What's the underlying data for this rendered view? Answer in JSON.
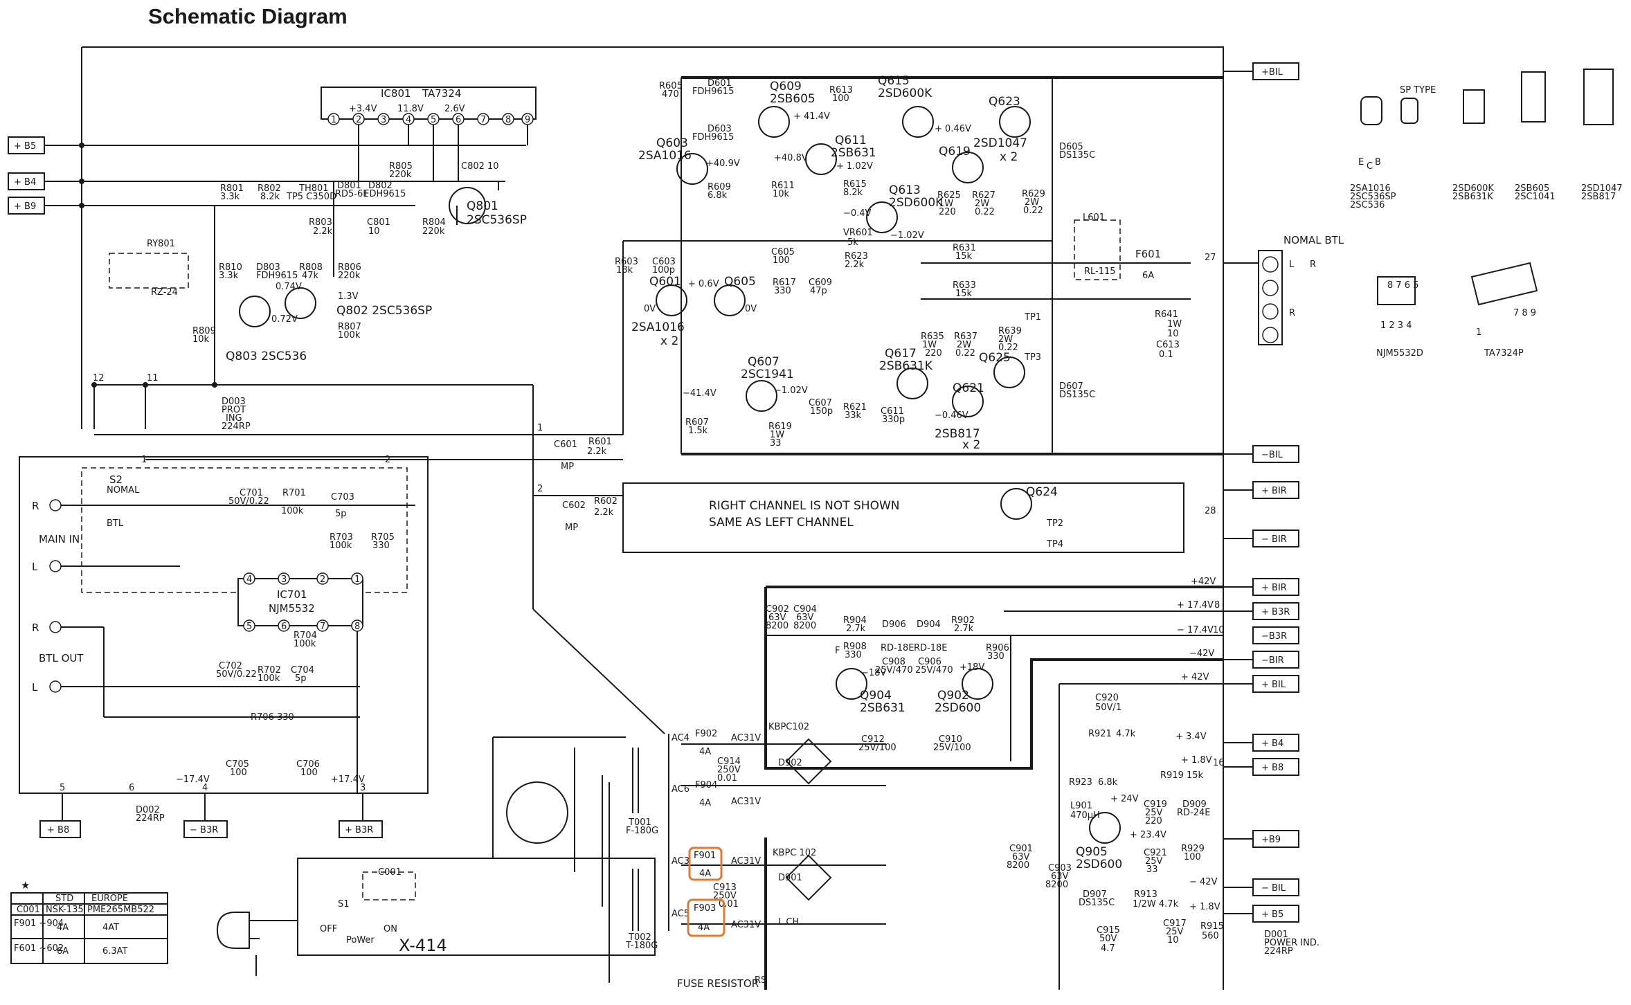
{
  "title": "Schematic Diagram",
  "rails": {
    "p_bil": "+BIL",
    "p_b5": "+ B5",
    "p_b4": "+ B4",
    "p_b9": "+ B9",
    "m_bil": "−BIL",
    "p_bir": "+ BIR",
    "m_bir": "− BIR",
    "p_bir2": "+ BIR",
    "p_b3r": "+ B3R",
    "m_b3r": "−B3R",
    "m_bir2": "−BIR",
    "p_bil2": "+ BIL",
    "p_b4b": "+ B4",
    "p_b8": "+ B8",
    "p_b9b": "+B9",
    "m_bil2": "− BIL",
    "p_b5b": "+ B5",
    "b_b8": "+ B8",
    "b_m_b3r": "− B3R",
    "b_p_b3r": "+ B3R"
  },
  "ic801": {
    "name": "IC801",
    "part": "TA7324",
    "pins": [
      "1",
      "2",
      "3",
      "4",
      "5",
      "6",
      "7",
      "8",
      "9"
    ],
    "v1": "+3.4V",
    "v2": "11.8V",
    "v3": "2.6V"
  },
  "prot": {
    "r805": "R805",
    "r805v": "220k",
    "c802": "C802 10",
    "r801": "R801",
    "r801v": "3.3k",
    "r802": "R802",
    "r802v": "8.2k",
    "th801": "TH801",
    "tp5": "TP5 C350D",
    "d801": "D801",
    "d801p": "RD5-6E",
    "d802": "D802",
    "d802p": "FDH9615",
    "q801": "Q801",
    "q801p": "2SC536SP",
    "r803": "R803",
    "r803v": "2.2k",
    "c801": "C801",
    "c801v": "10",
    "r804": "R804",
    "r804v": "220k",
    "ry801": "RY801",
    "rz24": "RZ-24",
    "r810": "R810",
    "r810v": "3.3k",
    "d803": "D803",
    "d803p": "FDH9615",
    "r808": "R808",
    "r808v": "47k",
    "v074": "0.74V",
    "r806": "R806",
    "r806v": "220k",
    "v13": "1.3V",
    "v072": "0.72V",
    "q802": "Q802 2SC536SP",
    "r807": "R807",
    "r807v": "100k",
    "r809": "R809",
    "r809v": "10k",
    "q803": "Q803 2SC536",
    "d003": "D003",
    "d003a": "PROT",
    "d003b": "ING",
    "d003c": "224RP",
    "n12": "12",
    "n11": "11"
  },
  "input": {
    "s2": "S2",
    "nomal": "NOMAL",
    "btl": "BTL",
    "main_in": "MAIN IN",
    "btl_out": "BTL OUT",
    "r1": "R",
    "l1": "L",
    "r2": "R",
    "l2": "L",
    "n1": "1",
    "n2": "2",
    "c701": "C701",
    "c701v": "50V/0.22",
    "r701": "R701",
    "r701v": "100k",
    "c703": "C703",
    "c703v": "5p",
    "r703": "R703",
    "r703v": "100k",
    "r705": "R705",
    "r705v": "330",
    "ic701": "IC701",
    "ic701p": "NJM5532",
    "pins_top": [
      "4",
      "3",
      "2",
      "1"
    ],
    "pins_bot": [
      "5",
      "6",
      "7",
      "8"
    ],
    "r704": "R704",
    "r704v": "100k",
    "c702": "C702",
    "c702v": "50V/0.22",
    "r702": "R702",
    "r702v": "100k",
    "c704": "C704",
    "c704v": "5p",
    "r706": "R706 330",
    "c705": "C705",
    "c705v": "100",
    "c706": "C706",
    "c706v": "100",
    "vm174": "−17.4V",
    "vp174": "+17.4V",
    "n5": "5",
    "n6": "6",
    "n4": "4",
    "n3": "3",
    "d002": "D002",
    "d002p": "224RP"
  },
  "coupling": {
    "c601": "C601",
    "c601b": "MP",
    "r601": "R601",
    "r601v": "2.2k",
    "c602": "C602",
    "c602b": "MP",
    "r602": "R602",
    "r602v": "2.2k",
    "n1": "1",
    "n2": "2"
  },
  "amp": {
    "r605": "R605",
    "r605v": "470",
    "d601": "D601",
    "d601p": "FDH9615",
    "d603": "D603",
    "d603p": "FDH9615",
    "q609": "Q609",
    "q609p": "2SB605",
    "v414": "+ 41.4V",
    "r613": "R613",
    "r613v": "100",
    "q615": "Q615",
    "q615p": "2SD600K",
    "q623": "Q623",
    "q603": "Q603",
    "q603p": "2SA1016",
    "v409": "+40.9V",
    "v408": "+40.8V",
    "q611": "Q611",
    "q611p": "2SB631",
    "v102": "+ 1.02V",
    "v046": "+ 0.46V",
    "q619": "Q619",
    "q619b": "2SD1047",
    "x2a": "x 2",
    "d605": "D605",
    "d605p": "DS135C",
    "r609": "R609",
    "r609v": "6.8k",
    "r611": "R611",
    "r611v": "10k",
    "r615": "R615",
    "r615v": "8.2k",
    "q613": "Q613",
    "q613p": "2SD600K",
    "r625": "R625",
    "r625w": "1W",
    "r625v": "220",
    "r627": "R627",
    "r627w": "2W",
    "r627v": "0.22",
    "r629": "R629",
    "r629w": "2W",
    "r629v": "0.22",
    "vm04": "−0.4V",
    "vm102": "−1.02V",
    "vr601": "VR601",
    "vr601v": "5k",
    "r623": "R623",
    "r623v": "2.2k",
    "c605": "C605",
    "c605v": "100",
    "r603": "R603",
    "r603v": "18k",
    "c603": "C603",
    "c603v": "100p",
    "q601": "Q601",
    "v06": "+ 0.6V",
    "q605": "Q605",
    "v0a": "0V",
    "v0b": "0V",
    "r617": "R617",
    "r617v": "330",
    "c609": "C609",
    "c609v": "47p",
    "r631": "R631",
    "r631v": "15k",
    "r633": "R633",
    "r633v": "15k",
    "l601": "L601",
    "rl115": "RL-115",
    "f601": "F601",
    "f601v": "6A",
    "n27": "27",
    "r641": "R641",
    "r641w": "1W",
    "r641v": "10",
    "c613": "C613",
    "c613v": "0.1",
    "q601p": "2SA1016",
    "x2b": "x 2",
    "tp1": "TP1",
    "tp3": "TP3",
    "r635": "R635",
    "r635w": "1W",
    "r635v": "220",
    "r637": "R637",
    "r637w": "2W",
    "r637v": "0.22",
    "r639": "R639",
    "r639w": "2W",
    "r639v": "0.22",
    "q625": "Q625",
    "q607": "Q607",
    "q607p": "2SC1941",
    "q617": "Q617",
    "q617p": "2SB631K",
    "vm414": "−41.4V",
    "vm102b": "−1.02V",
    "c607": "C607",
    "c607v": "150p",
    "r621": "R621",
    "r621v": "33k",
    "c611": "C611",
    "c611v": "330p",
    "q621": "Q621",
    "vm046": "−0.46V",
    "q621p": "2SB817",
    "x2c": "x 2",
    "d607": "D607",
    "d607p": "DS135C",
    "r607": "R607",
    "r607v": "1.5k",
    "r619": "R619",
    "r619w": "1W",
    "r619v": "33"
  },
  "right": {
    "line1": "RIGHT CHANNEL IS NOT SHOWN",
    "line2": "SAME AS LEFT CHANNEL",
    "q624": "Q624",
    "tp2": "TP2",
    "tp4": "TP4",
    "n28": "28"
  },
  "speaker": {
    "title": "NOMAL BTL",
    "l": "L",
    "r": "R",
    "r2": "R"
  },
  "parts": {
    "sp_type": "SP TYPE",
    "g1": [
      "2SA1016",
      "2SC536SP",
      "2SC536"
    ],
    "g2": [
      "2SD600K",
      "2SB631K"
    ],
    "g3": [
      "2SB605",
      "2SC1041"
    ],
    "g4": [
      "2SD1047",
      "2SB817"
    ],
    "njm": "NJM5532D",
    "ta": "TA7324P",
    "pin_e": "E",
    "pin_c": "C",
    "pin_b": "B",
    "njm_p1": "8 7 6 5",
    "njm_p2": "1 2 3 4",
    "ta_p1": "7 8 9",
    "ta_p2": "1"
  },
  "reg": {
    "c902": "C902",
    "c902a": "63V",
    "c902v": "8200",
    "c904": "C904",
    "c904a": "63V",
    "c904v": "8200",
    "r904": "R904",
    "r904v": "2.7k",
    "d906": "D906",
    "d906p": "RD-18E",
    "d904": "D904",
    "d904p": "RD-18E",
    "r902": "R902",
    "r902v": "2.7k",
    "r908": "R908",
    "r908v": "330",
    "r906": "R906",
    "r906v": "330",
    "c908": "C908",
    "c908v": "25V/470",
    "c906": "C906",
    "c906v": "25V/470",
    "vm18": "−18V",
    "vp18": "+18V",
    "q904": "Q904",
    "q904p": "2SB631",
    "q902": "Q902",
    "q902p": "2SD600",
    "c912": "C912",
    "c912v": "25V/100",
    "c910": "C910",
    "c910v": "25V/100",
    "v42p": "+42V",
    "v174p": "+ 17.4V",
    "v174m": "− 17.4V",
    "v42m": "−42V",
    "v42p2": "+ 42V",
    "n8": "8",
    "n10": "10",
    "n16": "16",
    "c920": "C920",
    "c920v": "50V/1",
    "r921": "R921",
    "r921v": "4.7k",
    "v34": "+ 3.4V",
    "v18p": "+ 1.8V",
    "r919": "R919",
    "r919v": "15k",
    "r923": "R923",
    "r923v": "6.8k",
    "v24": "+ 24V",
    "l901": "L901",
    "l901v": "470µH",
    "c919": "C919",
    "c919a": "25V",
    "c919v": "220",
    "d909": "D909",
    "d909p": "RD-24E",
    "v234": "+ 23.4V",
    "q905": "Q905",
    "q905p": "2SD600",
    "c901": "C901",
    "c901a": "63V",
    "c901v": "8200",
    "c921": "C921",
    "c921a": "25V",
    "c921v": "33",
    "c903": "C903",
    "c903a": "63V",
    "c903v": "8200",
    "r929": "R929",
    "r929v": "100",
    "v42m2": "− 42V",
    "d907": "D907",
    "d907p": "DS135C",
    "r913": "R913",
    "r913v": "1/2W 4.7k",
    "v18p2": "+ 1.8V",
    "c915": "C915",
    "c915a": "50V",
    "c915v": "4.7",
    "c917": "C917",
    "c917a": "25V",
    "c917v": "10",
    "r915": "R915",
    "r915v": "560",
    "d001": "D001",
    "d001a": "POWER IND.",
    "d001b": "224RP",
    "fmark": "F"
  },
  "psu": {
    "kbpc_a": "KBPC102",
    "d902": "D902",
    "kbpc_b": "KBPC 102",
    "d901": "D901",
    "lch": "L CH",
    "ac4": "AC4",
    "ac6": "AC6",
    "ac3": "AC3",
    "ac5": "AC5",
    "f902": "F902",
    "f902v": "4A",
    "f904": "F904",
    "f904v": "4A",
    "f901": "F901",
    "f901v": "4A",
    "f903": "F903",
    "f903v": "4A",
    "ac31a": "AC31V",
    "ac31b": "AC31V",
    "ac31c": "AC31V",
    "ac31d": "AC31V",
    "c914": "C914",
    "c914a": "250V",
    "c914v": "0.01",
    "c913": "C913",
    "c913a": "250V",
    "c913v": "0.01",
    "t001": "T001",
    "t001p": "F-180G",
    "t002": "T002",
    "t002p": "T-180G",
    "fuse_res": "FUSE RESISTOR",
    "fuse_res_tail": "RS",
    "x414": "X-414",
    "c001": "C001",
    "s1": "S1",
    "off": "OFF",
    "on": "ON",
    "power": "PoWer"
  },
  "table": {
    "star": "★",
    "headers": [
      "",
      "STD",
      "EUROPE"
    ],
    "rows": [
      [
        "C001",
        "NSK-135",
        "PME265MB522"
      ],
      [
        "F901 ~904",
        "4A",
        "4AT"
      ],
      [
        "F601 ~602",
        "6A",
        "6.3AT"
      ]
    ]
  }
}
